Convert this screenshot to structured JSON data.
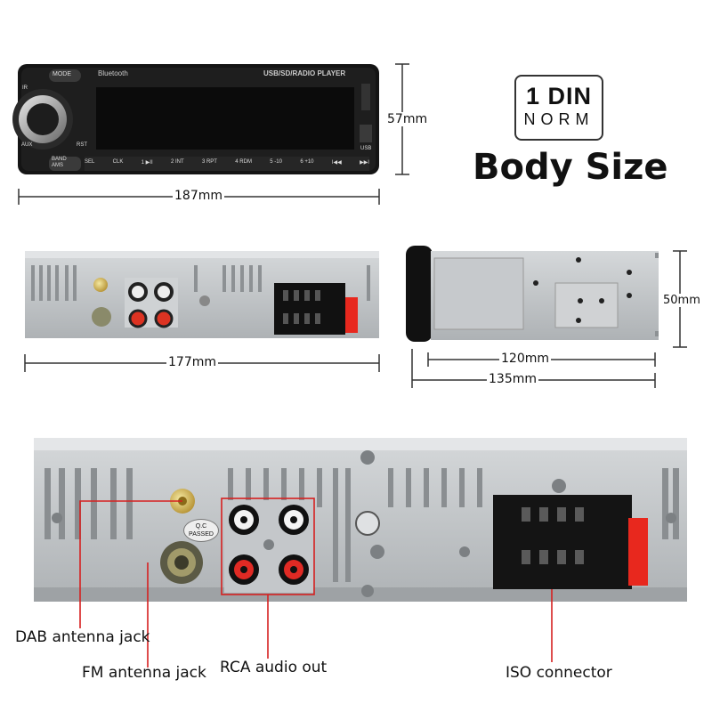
{
  "front_panel": {
    "brand_text": "Bluetooth",
    "title_text": "USB/SD/RADIO PLAYER",
    "mode_label": "MODE",
    "ir_label": "IR",
    "aux_label": "AUX",
    "rst_label": "RST",
    "usb_label": "USB",
    "band_label": "BAND\nAMS",
    "buttons": [
      "SEL",
      "CLK",
      "1 ▶II",
      "2 INT",
      "3 RPT",
      "4 RDM",
      "5 -10",
      "6 +10",
      "I◀◀",
      "▶▶I"
    ]
  },
  "badge": {
    "line1": "1 DIN",
    "line2": "NORM"
  },
  "heading": "Body Size",
  "dimensions": {
    "front_width": "187mm",
    "front_height": "57mm",
    "rear_width": "177mm",
    "side_height": "50mm",
    "side_depth_inner": "120mm",
    "side_depth_outer": "135mm"
  },
  "rear_labels": {
    "qc_line1": "Q.C",
    "qc_line2": "PASSED"
  },
  "callouts": {
    "dab": "DAB antenna jack",
    "fm": "FM antenna jack",
    "rca": "RCA audio out",
    "iso": "ISO connector"
  },
  "colors": {
    "panel_dark": "#1a1a1a",
    "metal": "#bfc3c6",
    "callout_red": "#d62020",
    "iso_red": "#e8281e"
  }
}
